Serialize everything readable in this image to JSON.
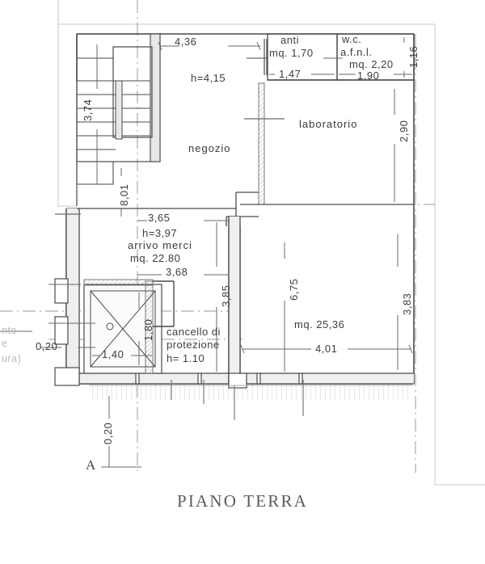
{
  "document": {
    "title": "PIANO TERRA",
    "section_marker": "A"
  },
  "rooms": [
    {
      "key": "negozio",
      "name": "negozio",
      "height_label": "h=4,15"
    },
    {
      "key": "anti",
      "name": "anti",
      "area_label": "mq. 1,70"
    },
    {
      "key": "wc",
      "name": "w.c.",
      "sub_name": "a.f.n.l.",
      "area_label": "mq. 2,20"
    },
    {
      "key": "laboratorio",
      "name": "laboratorio"
    },
    {
      "key": "arrivo",
      "name": "arrivo merci",
      "area_label": "mq. 22.80",
      "height_label": "h=3,97"
    },
    {
      "key": "deposito",
      "name": "",
      "area_label": "mq. 25,36"
    }
  ],
  "annotations": {
    "cancello_line1": "cancello di",
    "cancello_line2": "protezione",
    "cancello_line3": "h= 1.10",
    "clipped_left": [
      "nto",
      "e",
      "ura)"
    ]
  },
  "dimensions": {
    "top_negozio": "4,36",
    "stair_width": "3,74",
    "stair_run": "8,01",
    "anti_width": "1,47",
    "wc_width": "1,90",
    "wc_height": "1,16",
    "laboratorio_height": "2,90",
    "arrivo_top": "3,65",
    "arrivo_bottom": "3,68",
    "arrivo_right": "3,85",
    "deposito_left": "6,75",
    "deposito_bottom": "4,01",
    "deposito_right": "3,83",
    "lift_width": "1,40",
    "lift_height": "1,80",
    "wall_thickness": "0,20",
    "offset_bottom": "0,20"
  },
  "colors": {
    "ink": "#3a3a3a",
    "line": "#4a4a4a",
    "faint": "#b9b9bd",
    "paper": "#ffffff"
  }
}
